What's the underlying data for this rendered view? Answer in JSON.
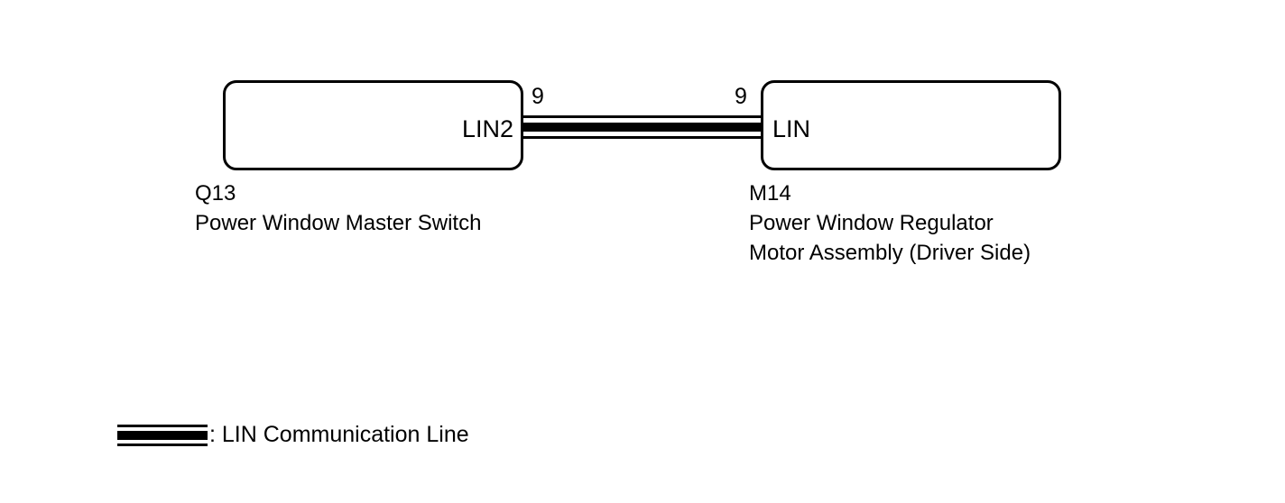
{
  "diagram": {
    "type": "wiring-connection-diagram",
    "line_color": "#000000",
    "background_color": "#ffffff",
    "components": [
      {
        "id": "Q13",
        "code": "Q13",
        "name": "Power Window Master Switch",
        "terminal_label": "LIN2",
        "pin_number": "9"
      },
      {
        "id": "M14",
        "code": "M14",
        "name_line1": "Power Window Regulator",
        "name_line2": "Motor Assembly (Driver Side)",
        "terminal_label": "LIN",
        "pin_number": "9"
      }
    ],
    "legend": {
      "symbol": "lin-communication-line-swatch",
      "text": ": LIN Communication Line"
    }
  }
}
